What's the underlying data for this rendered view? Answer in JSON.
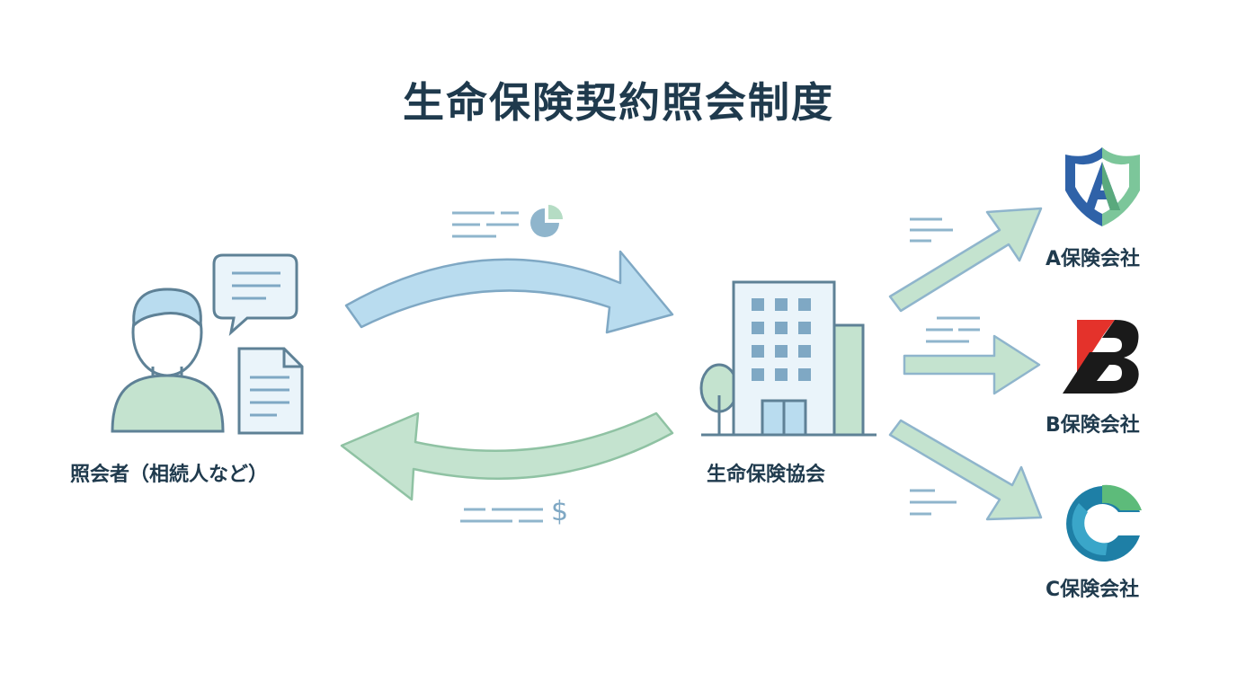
{
  "title": "生命保険契約照会制度",
  "requester": {
    "label": "照会者（相続人など）"
  },
  "association": {
    "label": "生命保険協会"
  },
  "companies": [
    {
      "label": "A保険会社",
      "badge_letter": "A",
      "icon": "shield-a-logo"
    },
    {
      "label": "B保険会社",
      "badge_letter": "B",
      "icon": "bold-b-logo"
    },
    {
      "label": "C保険会社",
      "badge_letter": "C",
      "icon": "ring-c-logo"
    }
  ],
  "return_flow": {
    "currency_symbol": "$"
  },
  "colors": {
    "title": "#1f3a4d",
    "blue_arrow": "#b9dcef",
    "green_arrow": "#c4e3cf",
    "outline": "#5e8196",
    "a_blue": "#2f62a8",
    "a_green": "#7cc69a",
    "b_red": "#e4322b",
    "b_dark": "#1a1a1a",
    "c_teal": "#1e7fa6",
    "c_green": "#5dbb7a"
  }
}
